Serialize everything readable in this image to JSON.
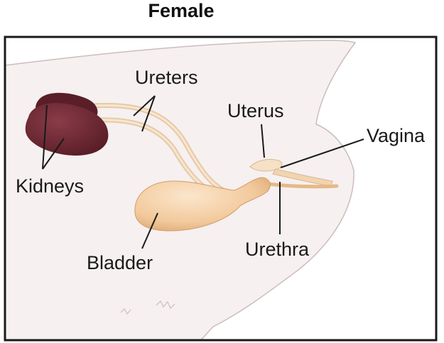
{
  "title": "Female",
  "labels": {
    "ureters": "Ureters",
    "uterus": "Uterus",
    "vagina": "Vagina",
    "kidneys": "Kidneys",
    "bladder": "Bladder",
    "urethra": "Urethra"
  },
  "colors": {
    "frame": "#1a1a1a",
    "body_fill": "#f6f0f0",
    "body_outline": "#cbbdbd",
    "kidney": "#6e2a35",
    "kidney_dark": "#4d1820",
    "ureter": "#efd8bc",
    "bladder": "#f2c99c",
    "uterus": "#f4e1c6"
  }
}
